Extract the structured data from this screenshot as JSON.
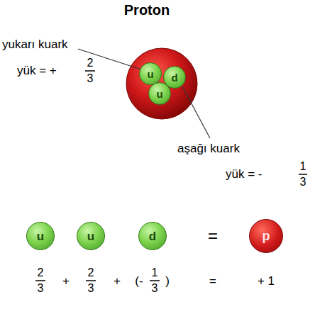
{
  "diagram": {
    "title": "Proton",
    "nodes": [
      {
        "text": [
          "u"
        ]
      },
      {
        "text": [
          "d"
        ]
      },
      {
        "text": [
          "u"
        ]
      },
      {
        "text": [
          "u"
        ]
      },
      {
        "text": [
          "u"
        ]
      },
      {
        "text": [
          "d"
        ]
      },
      {
        "text": [
          "p"
        ]
      }
    ],
    "labels": [
      "yukarı kuark",
      "yük = +",
      "2",
      "3",
      "aşağı kuark",
      "yük = -",
      "1",
      "3",
      "=",
      "2",
      "3",
      "+",
      "2",
      "3",
      "+",
      "(-",
      "1",
      "3",
      ")",
      "=",
      "+ 1"
    ]
  }
}
